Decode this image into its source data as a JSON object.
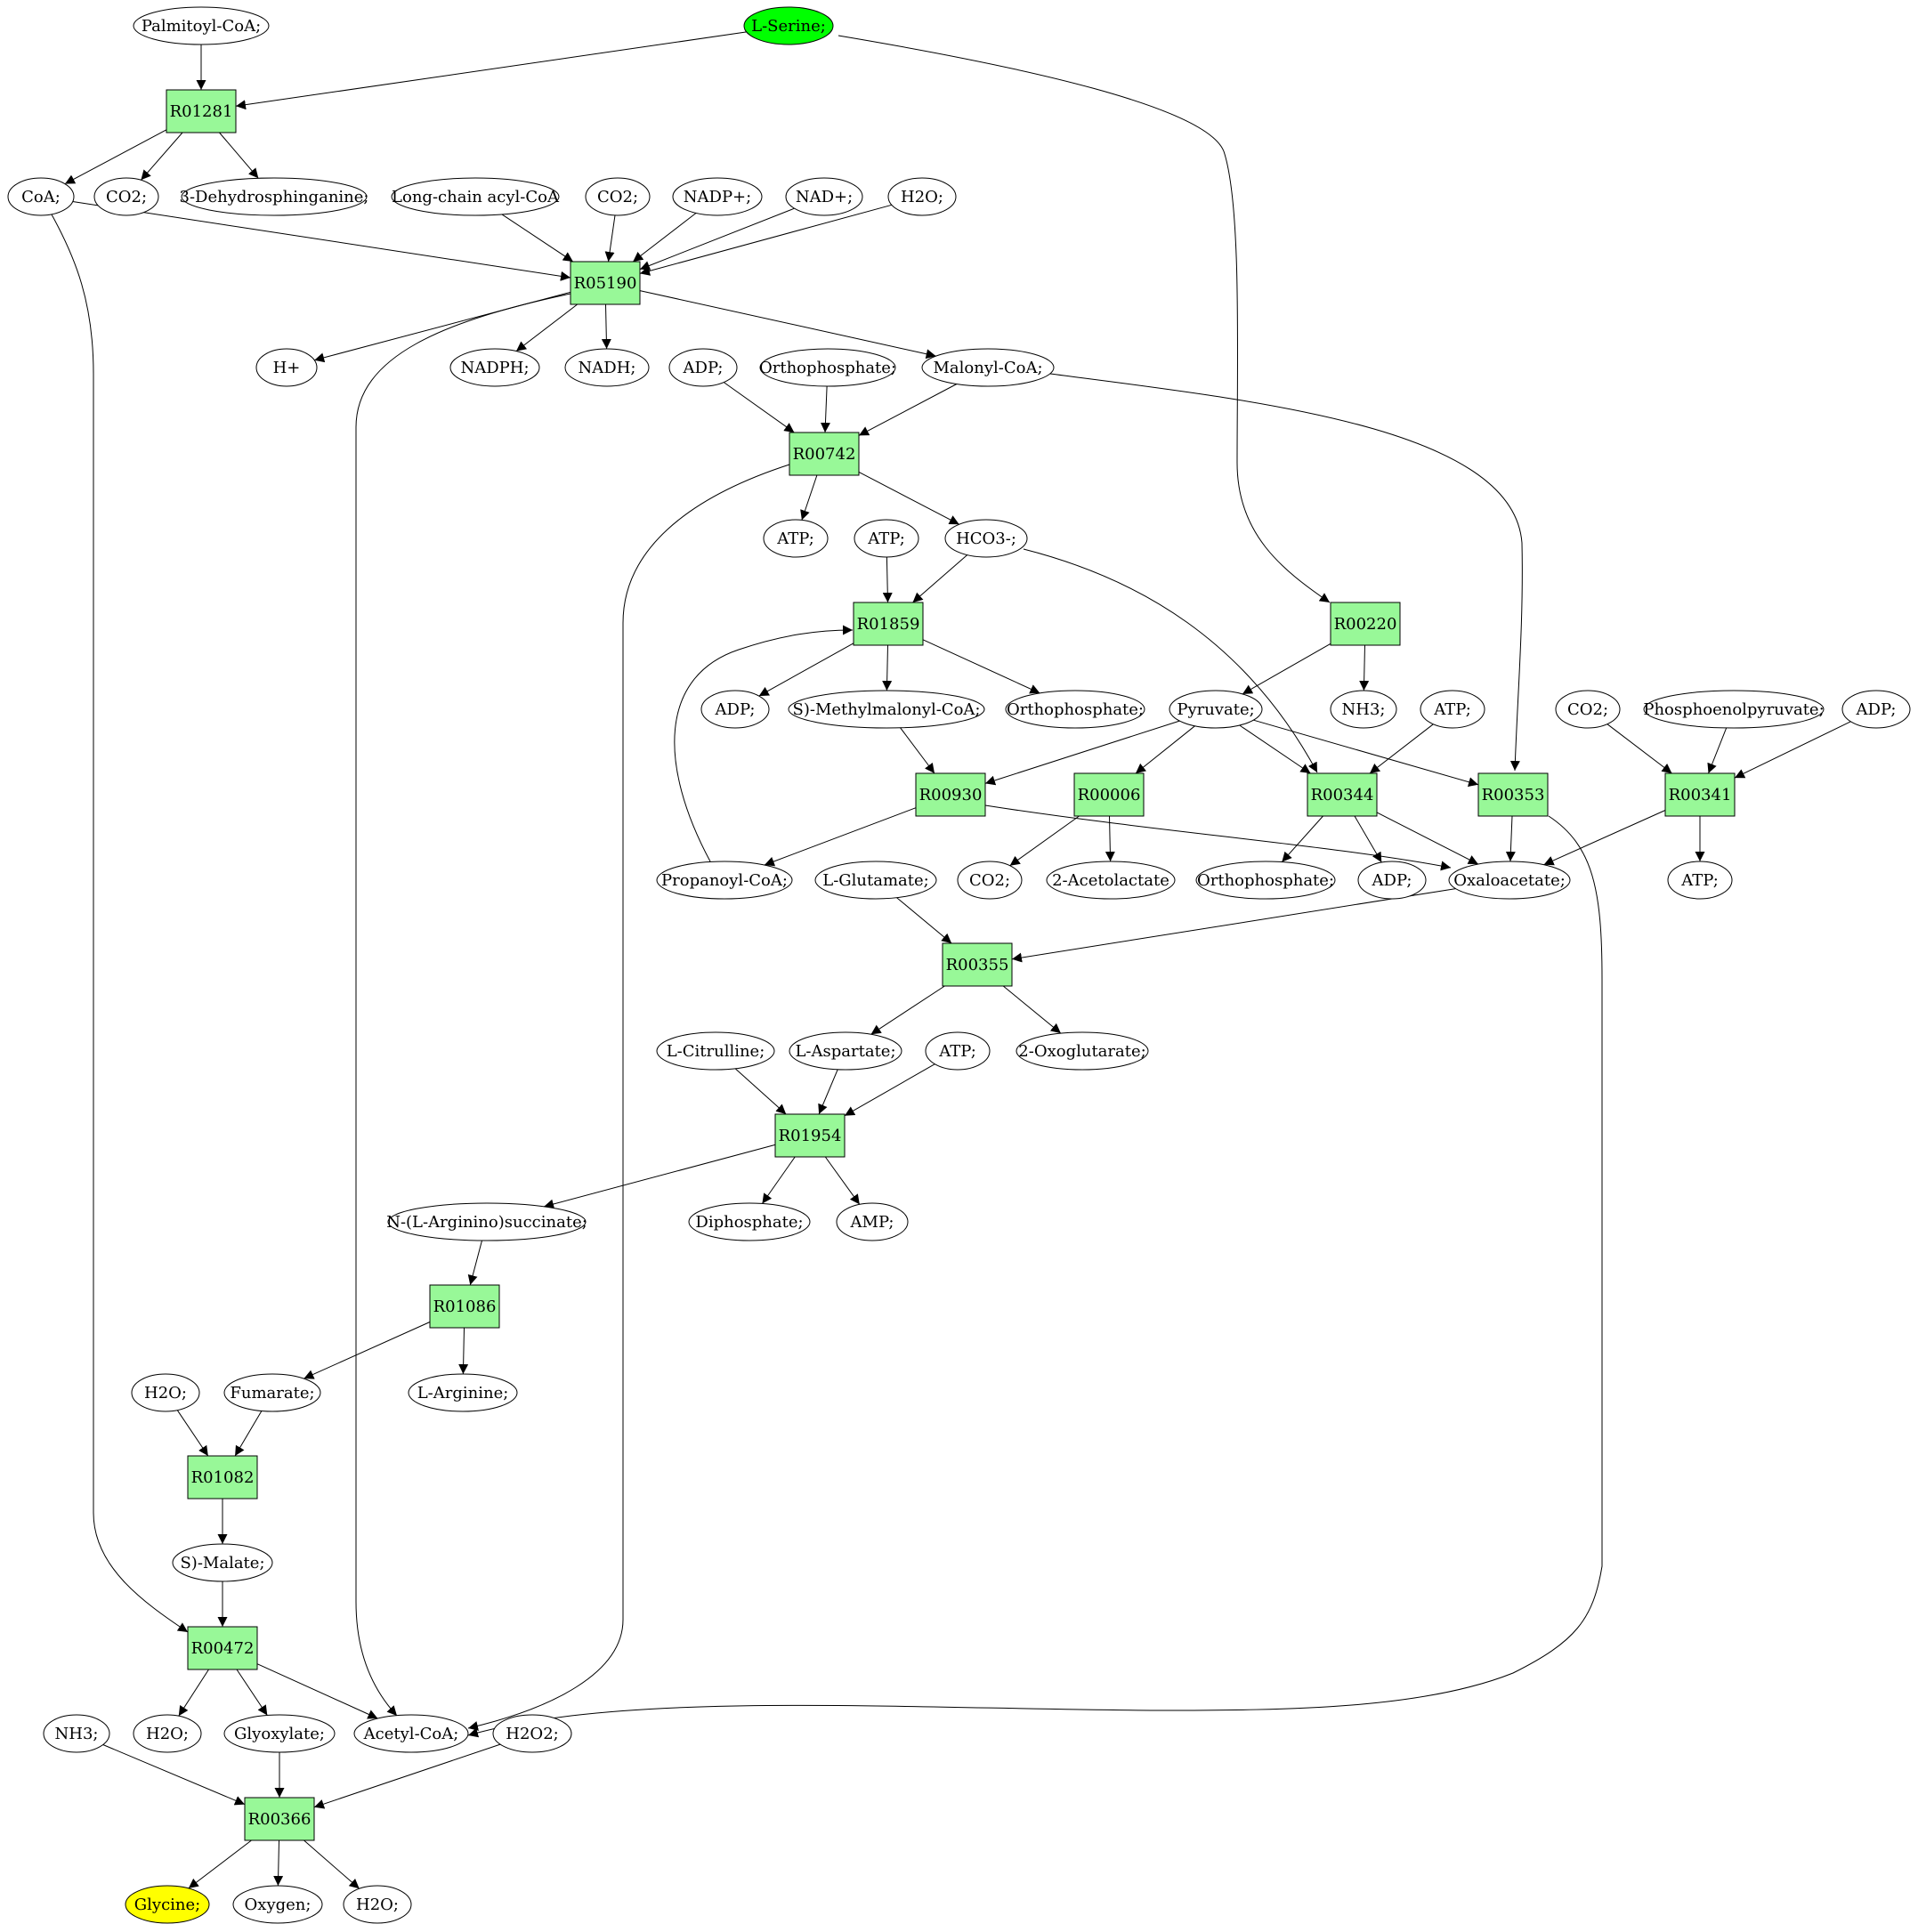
{
  "colors": {
    "reaction_fill": "#98f898",
    "source_fill": "#00ff00",
    "target_fill": "#ffff00",
    "node_fill": "#ffffff",
    "stroke": "#000000"
  },
  "reactions": [
    {
      "id": "R01281",
      "label": "R01281"
    },
    {
      "id": "R05190",
      "label": "R05190"
    },
    {
      "id": "R00742",
      "label": "R00742"
    },
    {
      "id": "R01859",
      "label": "R01859"
    },
    {
      "id": "R00220",
      "label": "R00220"
    },
    {
      "id": "R00930",
      "label": "R00930"
    },
    {
      "id": "R00006",
      "label": "R00006"
    },
    {
      "id": "R00344",
      "label": "R00344"
    },
    {
      "id": "R00353",
      "label": "R00353"
    },
    {
      "id": "R00341",
      "label": "R00341"
    },
    {
      "id": "R00355",
      "label": "R00355"
    },
    {
      "id": "R01954",
      "label": "R01954"
    },
    {
      "id": "R01086",
      "label": "R01086"
    },
    {
      "id": "R01082",
      "label": "R01082"
    },
    {
      "id": "R00472",
      "label": "R00472"
    },
    {
      "id": "R00366",
      "label": "R00366"
    }
  ],
  "compounds": [
    {
      "id": "palmitoylcoa",
      "label": "Palmitoyl-CoA;"
    },
    {
      "id": "lserine",
      "label": "L-Serine;",
      "role": "source"
    },
    {
      "id": "coa",
      "label": "CoA;"
    },
    {
      "id": "co2_a",
      "label": "CO2;"
    },
    {
      "id": "dehydrosphinganine",
      "label": "3-Dehydrosphinganine;"
    },
    {
      "id": "longchain",
      "label": "Long-chain acyl-CoA"
    },
    {
      "id": "co2_b",
      "label": "CO2;"
    },
    {
      "id": "nadpplus",
      "label": "NADP+;"
    },
    {
      "id": "nadplus",
      "label": "NAD+;"
    },
    {
      "id": "h2o_a",
      "label": "H2O;"
    },
    {
      "id": "hplus",
      "label": "H+"
    },
    {
      "id": "nadph",
      "label": "NADPH;"
    },
    {
      "id": "nadh",
      "label": "NADH;"
    },
    {
      "id": "adp_a",
      "label": "ADP;"
    },
    {
      "id": "ortho_a",
      "label": "Orthophosphate;"
    },
    {
      "id": "malonylcoa",
      "label": "Malonyl-CoA;"
    },
    {
      "id": "atp_a",
      "label": "ATP;"
    },
    {
      "id": "atp_b",
      "label": "ATP;"
    },
    {
      "id": "hco3",
      "label": "HCO3-;"
    },
    {
      "id": "adp_b",
      "label": "ADP;"
    },
    {
      "id": "methylmalonyl",
      "label": "S)-Methylmalonyl-CoA;"
    },
    {
      "id": "ortho_b",
      "label": "Orthophosphate;"
    },
    {
      "id": "pyruvate",
      "label": "Pyruvate;"
    },
    {
      "id": "nh3_a",
      "label": "NH3;"
    },
    {
      "id": "atp_c",
      "label": "ATP;"
    },
    {
      "id": "co2_c",
      "label": "CO2;"
    },
    {
      "id": "pep",
      "label": "Phosphoenolpyruvate;"
    },
    {
      "id": "adp_c",
      "label": "ADP;"
    },
    {
      "id": "propanoyl",
      "label": "Propanoyl-CoA;"
    },
    {
      "id": "lglutamate",
      "label": "L-Glutamate;"
    },
    {
      "id": "co2_d",
      "label": "CO2;"
    },
    {
      "id": "acetolactate",
      "label": "2-Acetolactate"
    },
    {
      "id": "ortho_c",
      "label": "Orthophosphate;"
    },
    {
      "id": "adp_d",
      "label": "ADP;"
    },
    {
      "id": "oxaloacetate",
      "label": "Oxaloacetate;"
    },
    {
      "id": "atp_d",
      "label": "ATP;"
    },
    {
      "id": "lcitrulline",
      "label": "L-Citrulline;"
    },
    {
      "id": "laspartate",
      "label": "L-Aspartate;"
    },
    {
      "id": "atp_e",
      "label": "ATP;"
    },
    {
      "id": "oxoglutarate",
      "label": "2-Oxoglutarate;"
    },
    {
      "id": "arginosuccinate",
      "label": "N-(L-Arginino)succinate;"
    },
    {
      "id": "diphosphate",
      "label": "Diphosphate;"
    },
    {
      "id": "amp",
      "label": "AMP;"
    },
    {
      "id": "larginine",
      "label": "L-Arginine;"
    },
    {
      "id": "h2o_b",
      "label": "H2O;"
    },
    {
      "id": "fumarate",
      "label": "Fumarate;"
    },
    {
      "id": "smalate",
      "label": "S)-Malate;"
    },
    {
      "id": "nh3_b",
      "label": "NH3;"
    },
    {
      "id": "h2o_c",
      "label": "H2O;"
    },
    {
      "id": "glyoxylate",
      "label": "Glyoxylate;"
    },
    {
      "id": "acetylcoa",
      "label": "Acetyl-CoA;"
    },
    {
      "id": "h2o2",
      "label": "H2O2;"
    },
    {
      "id": "glycine",
      "label": "Glycine;",
      "role": "target"
    },
    {
      "id": "oxygen",
      "label": "Oxygen;"
    },
    {
      "id": "h2o_d",
      "label": "H2O;"
    }
  ],
  "edges": [
    [
      "palmitoylcoa",
      "R01281"
    ],
    [
      "lserine",
      "R01281"
    ],
    [
      "R01281",
      "coa"
    ],
    [
      "R01281",
      "co2_a"
    ],
    [
      "R01281",
      "dehydrosphinganine"
    ],
    [
      "lserine",
      "R00220"
    ],
    [
      "coa",
      "R05190"
    ],
    [
      "longchain",
      "R05190"
    ],
    [
      "co2_b",
      "R05190"
    ],
    [
      "nadpplus",
      "R05190"
    ],
    [
      "nadplus",
      "R05190"
    ],
    [
      "h2o_a",
      "R05190"
    ],
    [
      "coa",
      "R00472"
    ],
    [
      "R05190",
      "hplus"
    ],
    [
      "R05190",
      "nadph"
    ],
    [
      "R05190",
      "nadh"
    ],
    [
      "R05190",
      "malonylcoa"
    ],
    [
      "R05190",
      "acetylcoa"
    ],
    [
      "adp_a",
      "R00742"
    ],
    [
      "ortho_a",
      "R00742"
    ],
    [
      "malonylcoa",
      "R00742"
    ],
    [
      "malonylcoa",
      "R00353"
    ],
    [
      "R00742",
      "atp_a"
    ],
    [
      "R00742",
      "hco3"
    ],
    [
      "R00742",
      "acetylcoa"
    ],
    [
      "atp_b",
      "R01859"
    ],
    [
      "hco3",
      "R01859"
    ],
    [
      "hco3",
      "R00344"
    ],
    [
      "propanoyl",
      "R01859"
    ],
    [
      "R01859",
      "adp_b"
    ],
    [
      "R01859",
      "methylmalonyl"
    ],
    [
      "R01859",
      "ortho_b"
    ],
    [
      "R00220",
      "pyruvate"
    ],
    [
      "R00220",
      "nh3_a"
    ],
    [
      "methylmalonyl",
      "R00930"
    ],
    [
      "pyruvate",
      "R00930"
    ],
    [
      "pyruvate",
      "R00006"
    ],
    [
      "pyruvate",
      "R00344"
    ],
    [
      "pyruvate",
      "R00353"
    ],
    [
      "atp_c",
      "R00344"
    ],
    [
      "co2_c",
      "R00341"
    ],
    [
      "pep",
      "R00341"
    ],
    [
      "adp_c",
      "R00341"
    ],
    [
      "R00930",
      "propanoyl"
    ],
    [
      "R00930",
      "oxaloacetate"
    ],
    [
      "R00006",
      "co2_d"
    ],
    [
      "R00006",
      "acetolactate"
    ],
    [
      "R00344",
      "ortho_c"
    ],
    [
      "R00344",
      "adp_d"
    ],
    [
      "R00344",
      "oxaloacetate"
    ],
    [
      "R00353",
      "oxaloacetate"
    ],
    [
      "R00353",
      "acetylcoa"
    ],
    [
      "R00341",
      "oxaloacetate"
    ],
    [
      "R00341",
      "atp_d"
    ],
    [
      "lglutamate",
      "R00355"
    ],
    [
      "oxaloacetate",
      "R00355"
    ],
    [
      "R00355",
      "laspartate"
    ],
    [
      "R00355",
      "oxoglutarate"
    ],
    [
      "lcitrulline",
      "R01954"
    ],
    [
      "laspartate",
      "R01954"
    ],
    [
      "atp_e",
      "R01954"
    ],
    [
      "R01954",
      "arginosuccinate"
    ],
    [
      "R01954",
      "diphosphate"
    ],
    [
      "R01954",
      "amp"
    ],
    [
      "arginosuccinate",
      "R01086"
    ],
    [
      "R01086",
      "fumarate"
    ],
    [
      "R01086",
      "larginine"
    ],
    [
      "h2o_b",
      "R01082"
    ],
    [
      "fumarate",
      "R01082"
    ],
    [
      "R01082",
      "smalate"
    ],
    [
      "smalate",
      "R00472"
    ],
    [
      "R00472",
      "h2o_c"
    ],
    [
      "R00472",
      "glyoxylate"
    ],
    [
      "R00472",
      "acetylcoa"
    ],
    [
      "nh3_b",
      "R00366"
    ],
    [
      "glyoxylate",
      "R00366"
    ],
    [
      "h2o2",
      "R00366"
    ],
    [
      "R00366",
      "glycine"
    ],
    [
      "R00366",
      "oxygen"
    ],
    [
      "R00366",
      "h2o_d"
    ]
  ]
}
